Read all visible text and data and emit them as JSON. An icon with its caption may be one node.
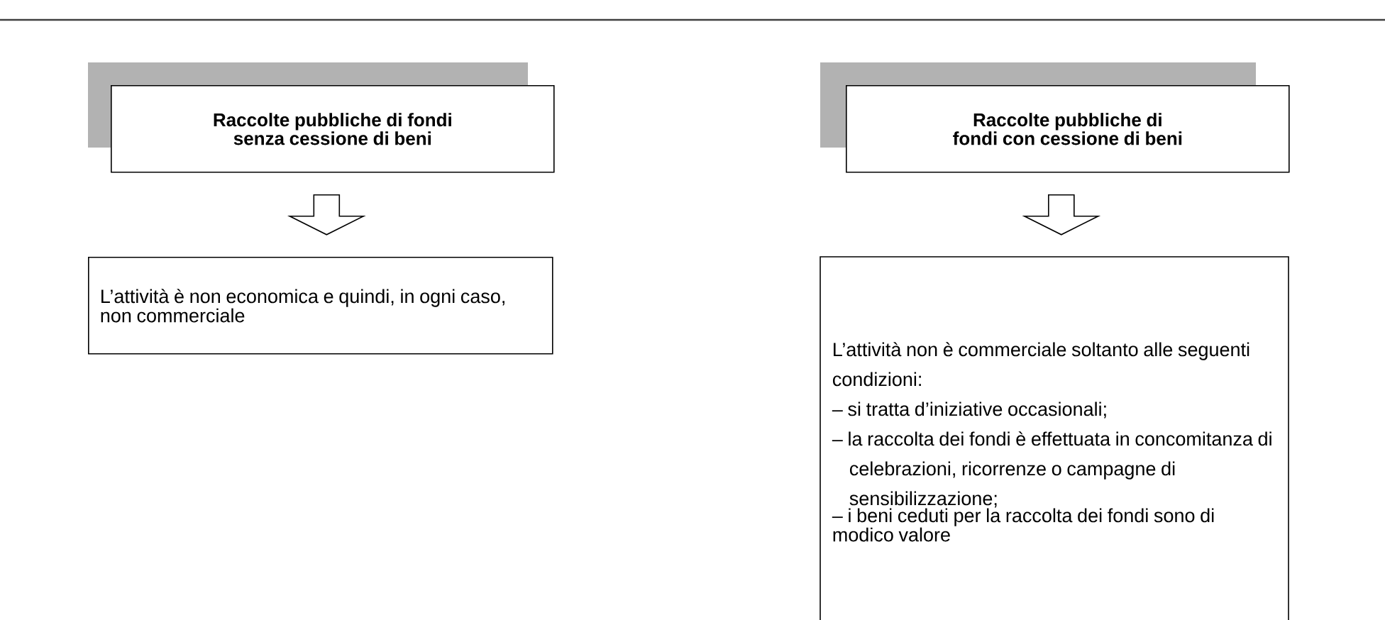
{
  "diagram": {
    "nodes": [
      {
        "text": [
          "Raccolte pubbliche di fondi senza cessione di beni"
        ]
      },
      {
        "text": [
          "L’attività è non economica e quindi, in ogni caso, non commerciale"
        ]
      },
      {
        "text": [
          "Raccolte pubbliche di fondi con cessione di beni"
        ]
      },
      {
        "text": [
          "L’attività non è commerciale soltanto alle seguenti condizioni:",
          "– si tratta d’iniziative occasionali;",
          "– la raccolta dei fondi è effettuata in concomitanza di celebrazioni, ricorrenze o campagne di sensibilizzazione;",
          "– i beni ceduti per la raccolta dei fondi sono di modico valore"
        ]
      }
    ],
    "edges": [
      {
        "from": 0,
        "to": 1,
        "arrow": "to"
      },
      {
        "from": 2,
        "to": 3,
        "arrow": "to"
      }
    ]
  }
}
